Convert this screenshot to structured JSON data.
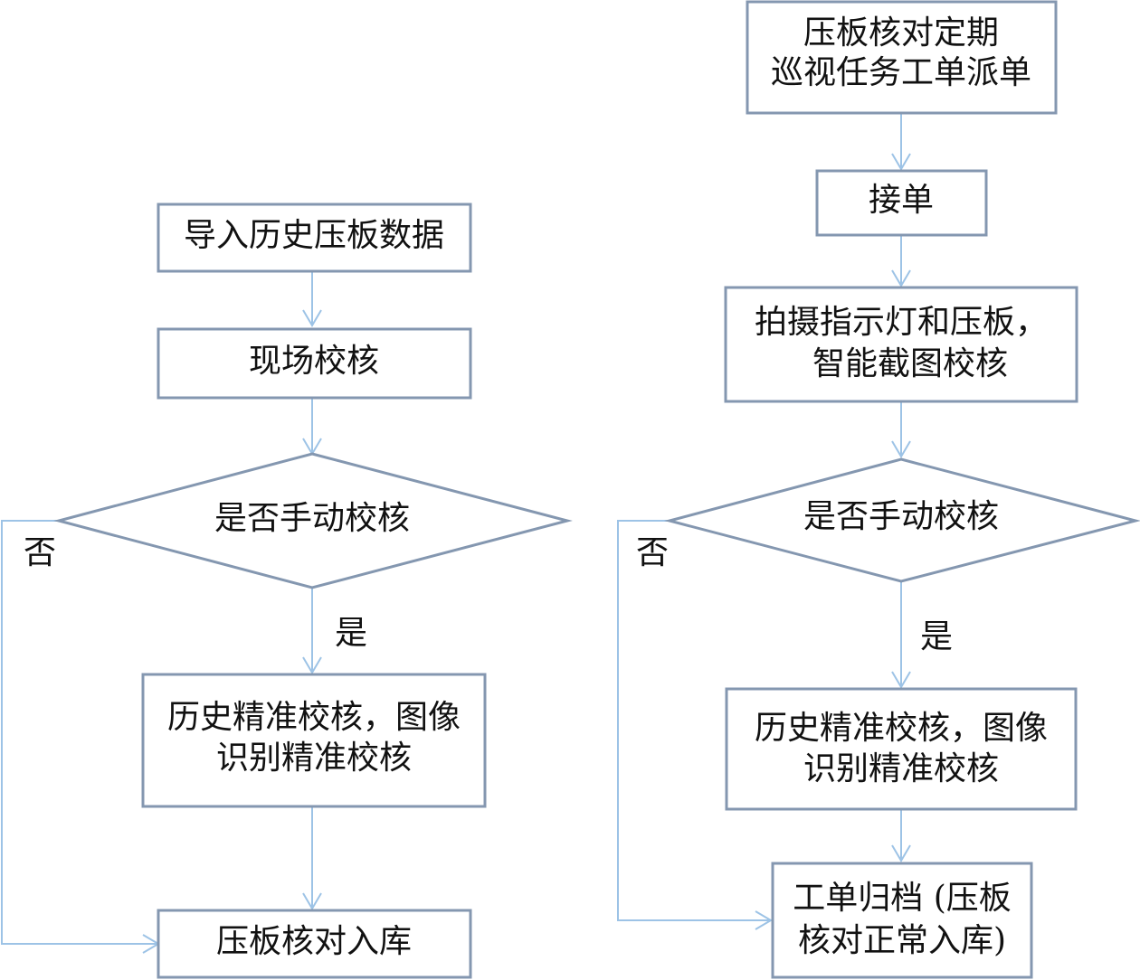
{
  "left_flow": {
    "import_history": "导入历史压板数据",
    "onsite_check": "现场校核",
    "manual_decision": "是否手动校核",
    "precise_check_line1": "历史精准校核，图像",
    "precise_check_line2": "识别精准校核",
    "warehouse": "压板核对入库",
    "yes_label": "是",
    "no_label": "否"
  },
  "right_flow": {
    "dispatch_line1": "压板核对定期",
    "dispatch_line2": "巡视任务工单派单",
    "accept": "接单",
    "photo_line1": "拍摄指示灯和压板，",
    "photo_line2": "智能截图校核",
    "manual_decision": "是否手动校核",
    "precise_check_line1": "历史精准校核，图像",
    "precise_check_line2": "识别精准校核",
    "archive_line1": "工单归档 (压板",
    "archive_line2": "核对正常入库)",
    "yes_label": "是",
    "no_label": "否"
  }
}
